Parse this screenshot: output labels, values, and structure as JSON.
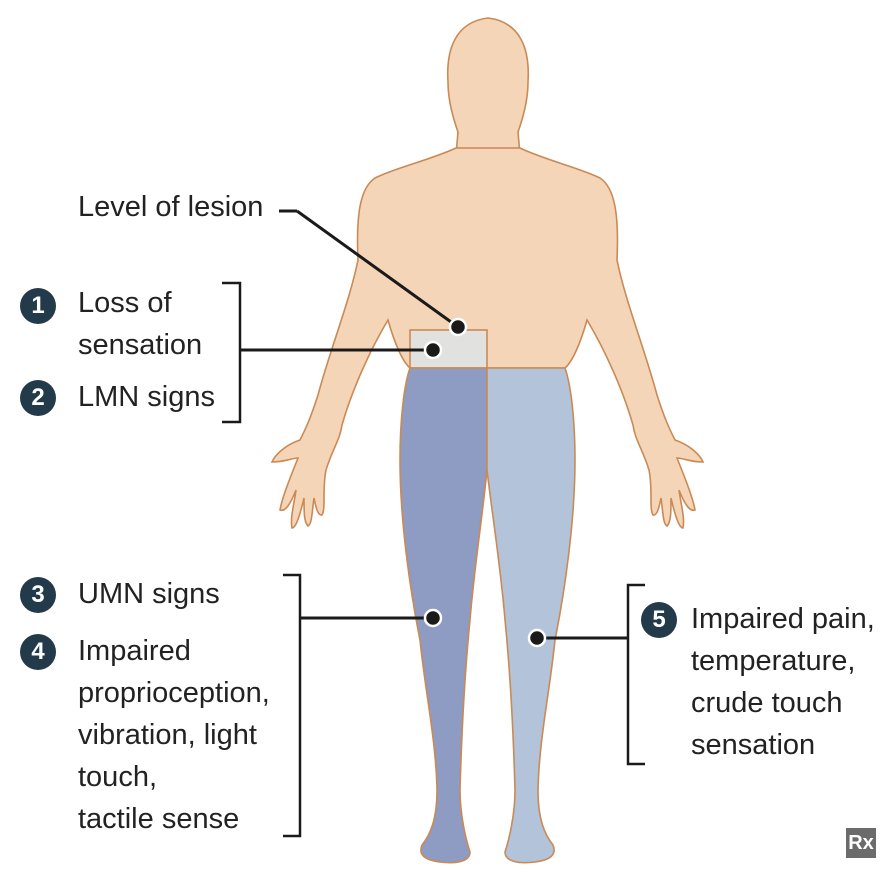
{
  "colors": {
    "skin": "#f5d5b8",
    "skin_outline": "#c98a55",
    "lesion_band": "#e1e1df",
    "left_leg": "#8e9bc2",
    "right_leg": "#b3c3da",
    "leader": "#1a1a1a",
    "badge": "#223a4a"
  },
  "labels": {
    "level_of_lesion": "Level of lesion",
    "item1": {
      "number": "1",
      "text": "Loss of\nsensation"
    },
    "item2": {
      "number": "2",
      "text": "LMN signs"
    },
    "item3": {
      "number": "3",
      "text": "UMN signs"
    },
    "item4": {
      "number": "4",
      "text": "Impaired\nproprioception,\nvibration, light\ntouch,\ntactile sense"
    },
    "item5": {
      "number": "5",
      "text": "Impaired pain,\ntemperature,\ncrude touch\nsensation"
    }
  },
  "watermark": "Rx"
}
